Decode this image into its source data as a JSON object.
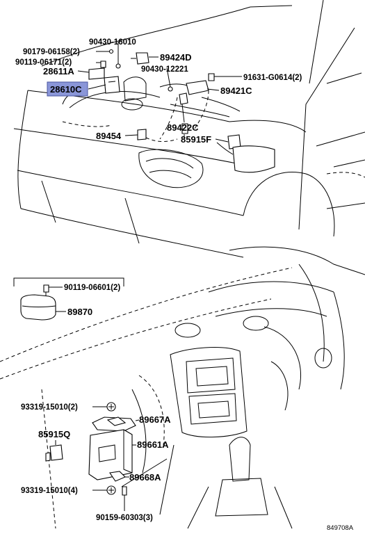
{
  "diagram": {
    "ref_code": "849708A",
    "labels": {
      "p90179": "90179-06158(2)",
      "p90430a": "90430-16010",
      "p90119a": "90119-06171(2)",
      "p89424d": "89424D",
      "p28611a": "28611A",
      "p90430b": "90430-12221",
      "p91631": "91631-G0614(2)",
      "p28610c": "28610C",
      "p89421c": "89421C",
      "p89454": "89454",
      "p89422c": "89422C",
      "p85915f": "85915F",
      "p90119b": "90119-06601(2)",
      "p89870": "89870",
      "p93319a": "93319-15010(2)",
      "p89667a": "89667A",
      "p85915q": "85915Q",
      "p89661a": "89661A",
      "p89668a": "89668A",
      "p93319b": "93319-15010(4)",
      "p90159": "90159-60303(3)"
    }
  }
}
